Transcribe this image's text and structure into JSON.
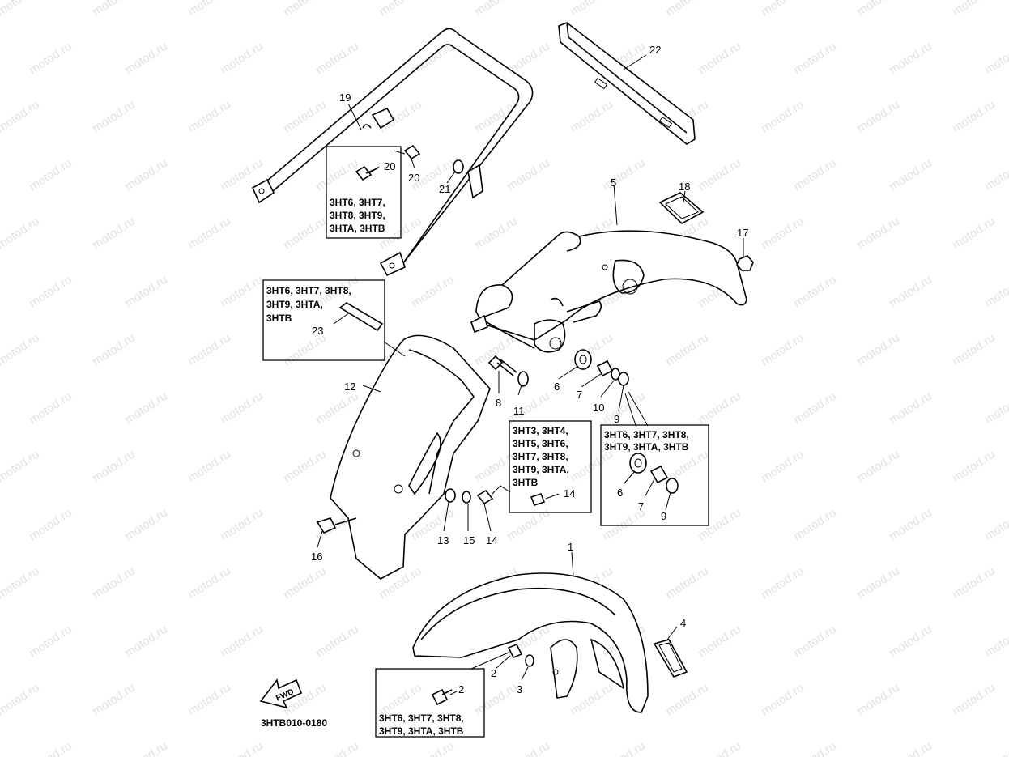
{
  "watermark": "motod.ru",
  "drawing_code": "3HTB010-0180",
  "fwd_label": "FWD",
  "callouts": {
    "n1": "1",
    "n2a": "2",
    "n2b": "2",
    "n3": "3",
    "n4": "4",
    "n5": "5",
    "n6a": "6",
    "n6b": "6",
    "n7a": "7",
    "n7b": "7",
    "n8": "8",
    "n9a": "9",
    "n9b": "9",
    "n10": "10",
    "n11": "11",
    "n12": "12",
    "n13": "13",
    "n14a": "14",
    "n14b": "14",
    "n15": "15",
    "n16": "16",
    "n17": "17",
    "n18": "18",
    "n19": "19",
    "n20a": "20",
    "n20b": "20",
    "n21": "21",
    "n22": "22",
    "n23": "23"
  },
  "boxes": {
    "box19": [
      "3HT6, 3HT7,",
      "3HT8, 3HT9,",
      "3HTA, 3HTB"
    ],
    "box23": [
      "3HT6, 3HT7, 3HT8,",
      "3HT9, 3HTA,",
      "3HTB"
    ],
    "box14": [
      "3HT3, 3HT4,",
      "3HT5, 3HT6,",
      "3HT7, 3HT8,",
      "3HT9, 3HTA,",
      "3HTB"
    ],
    "box9": [
      "3HT6, 3HT7, 3HT8,",
      "3HT9, 3HTA, 3HTB"
    ],
    "box2": [
      "3HT6, 3HT7, 3HT8,",
      "3HT9, 3HTA, 3HTB"
    ]
  }
}
